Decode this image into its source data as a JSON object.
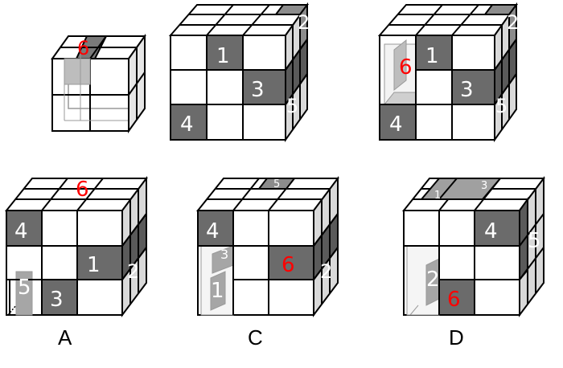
{
  "colors": {
    "dark": "#6b6b6b",
    "top_dark": "#8c8c8c",
    "side_light": "#d9d9d9",
    "side_dark": "#5a5a5a",
    "line": "#000000",
    "red": "#ff0000",
    "white_text": "#ffffff"
  },
  "small_cube": {
    "label_6": "6"
  },
  "figure_2": {
    "l1": "1",
    "l2": "2",
    "l3": "3",
    "l4": "4",
    "l5": "5"
  },
  "figure_3": {
    "l1": "1",
    "l2": "2",
    "l3": "3",
    "l4": "4",
    "l5": "5",
    "l6": "6"
  },
  "option_a": {
    "letter": "A",
    "l1": "1",
    "l2": "2",
    "l3": "3",
    "l4": "4",
    "l5": "5",
    "l6": "6"
  },
  "option_c": {
    "letter": "C",
    "l1": "1",
    "l2": "2",
    "l3": "3",
    "l4": "4",
    "l5": "5",
    "l6": "6"
  },
  "option_d": {
    "letter": "D",
    "l1": "1",
    "l2": "2",
    "l3": "3",
    "l4": "4",
    "l5": "5",
    "l6": "6"
  }
}
